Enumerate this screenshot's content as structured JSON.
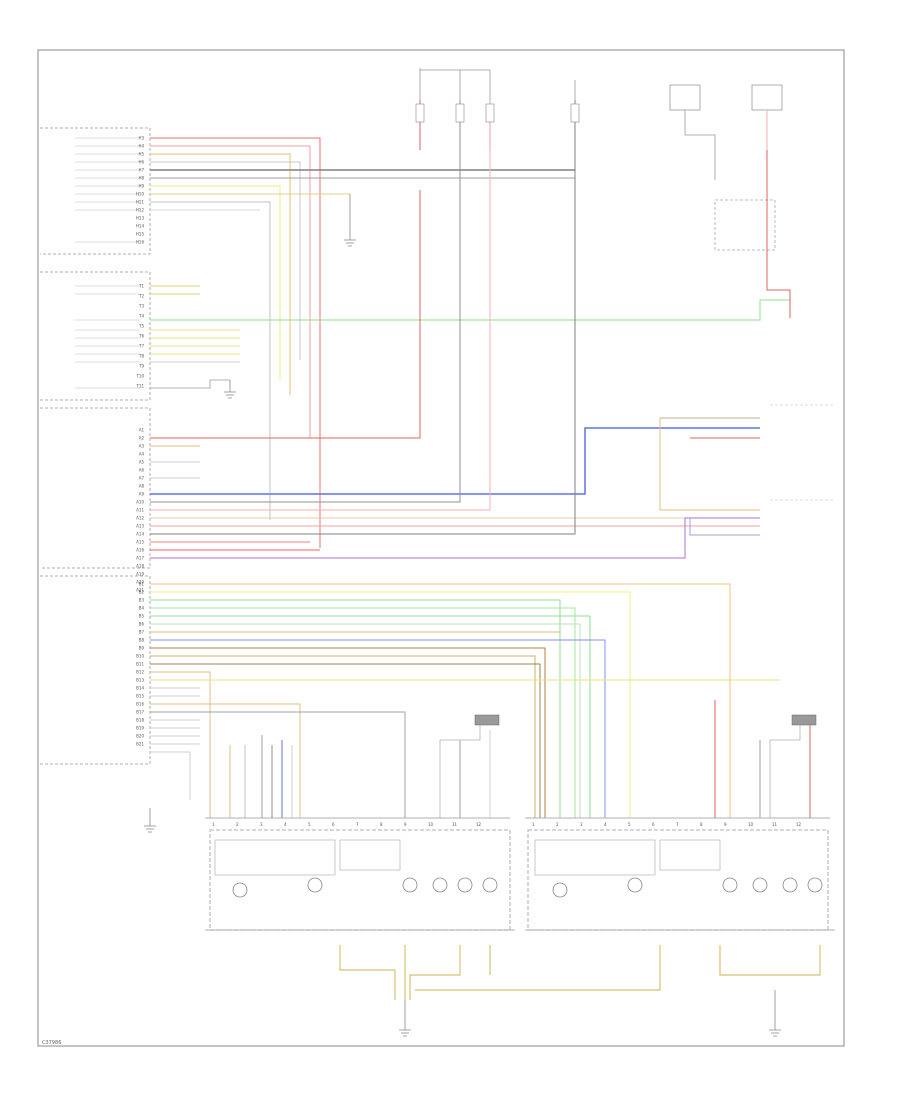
{
  "diagram": {
    "footer_code": "C37986",
    "left_connector_pins": {
      "top_block": [
        "H3",
        "H4",
        "H5",
        "H6",
        "H7",
        "H8",
        "H9",
        "H10",
        "H11",
        "H12",
        "H13",
        "H14",
        "H15",
        "H16"
      ],
      "middle_block": [
        "T1",
        "T2",
        "T3",
        "T4",
        "T5",
        "T6",
        "T7",
        "T8",
        "T9",
        "T10",
        "T11"
      ],
      "lower_block": [
        "A1",
        "A2",
        "A3",
        "A4",
        "A5",
        "A6",
        "A7",
        "A8",
        "A9",
        "A10",
        "A11",
        "A12",
        "A13",
        "A14",
        "A15",
        "A16",
        "A17",
        "A18",
        "A19",
        "A20",
        "A21"
      ],
      "bottom_block": [
        "B1",
        "B2",
        "B3",
        "B4",
        "B5",
        "B6",
        "B7",
        "B8",
        "B9",
        "B10",
        "B11",
        "B12",
        "B13",
        "B14",
        "B15",
        "B16",
        "B17",
        "B18",
        "B19",
        "B20",
        "B21"
      ]
    },
    "left_headlamp_pins": [
      "1",
      "2",
      "3",
      "4",
      "5",
      "6",
      "7",
      "8",
      "9",
      "10",
      "11",
      "12"
    ],
    "right_headlamp_pins": [
      "1",
      "2",
      "3",
      "4",
      "5",
      "6",
      "7",
      "8",
      "9",
      "10",
      "11",
      "12"
    ],
    "lamp_symbol": "⊗",
    "ground_symbol": "⏚"
  }
}
